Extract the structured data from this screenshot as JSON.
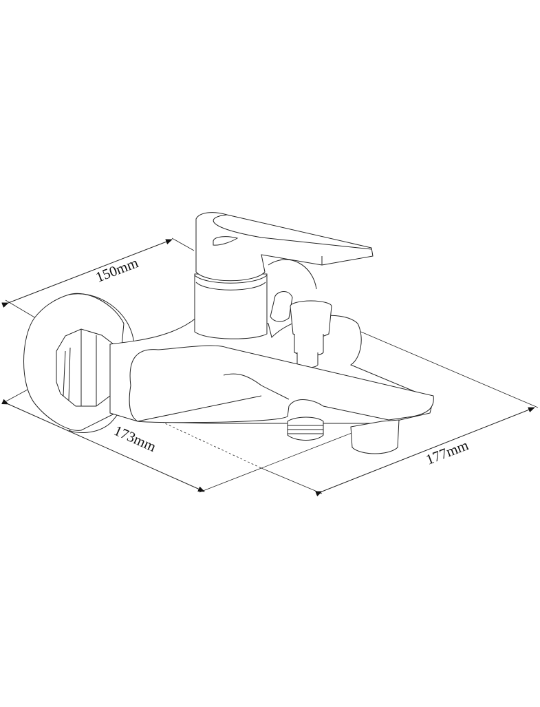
{
  "title": "Bath mixer dimension drawing",
  "dimensions": {
    "depth": "150mm",
    "spout_length": "173mm",
    "width": "177mm"
  },
  "colors": {
    "line": "#222222",
    "background": "#ffffff"
  }
}
